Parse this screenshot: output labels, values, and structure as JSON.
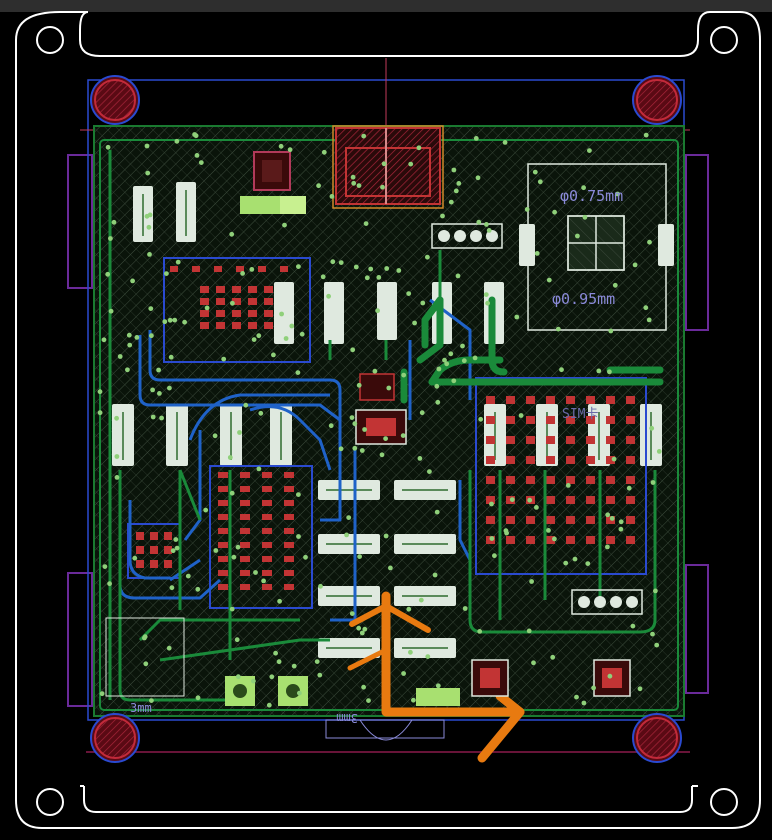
{
  "labels": {
    "dim_top": "φ0.75mm",
    "dim_bottom": "φ0.95mm",
    "dim_left": "3mm",
    "dim_center": "3mm",
    "sim_label": "SIM卡"
  },
  "colors": {
    "background": "#000000",
    "board_fill": "#0a140a",
    "hatch": "#3e4e3e",
    "outline": "#ffffff",
    "courtyard": "#6a2a9a",
    "keepout": "#6f1f2a",
    "pad_red": "#c23434",
    "pad_white": "#dfe9df",
    "via_green": "#8fd07a",
    "trace_blue": "#1f62c8",
    "trace_green": "#1a8a3a",
    "trace_orange": "#e87a10",
    "silk_blue": "#8a8ad8"
  }
}
